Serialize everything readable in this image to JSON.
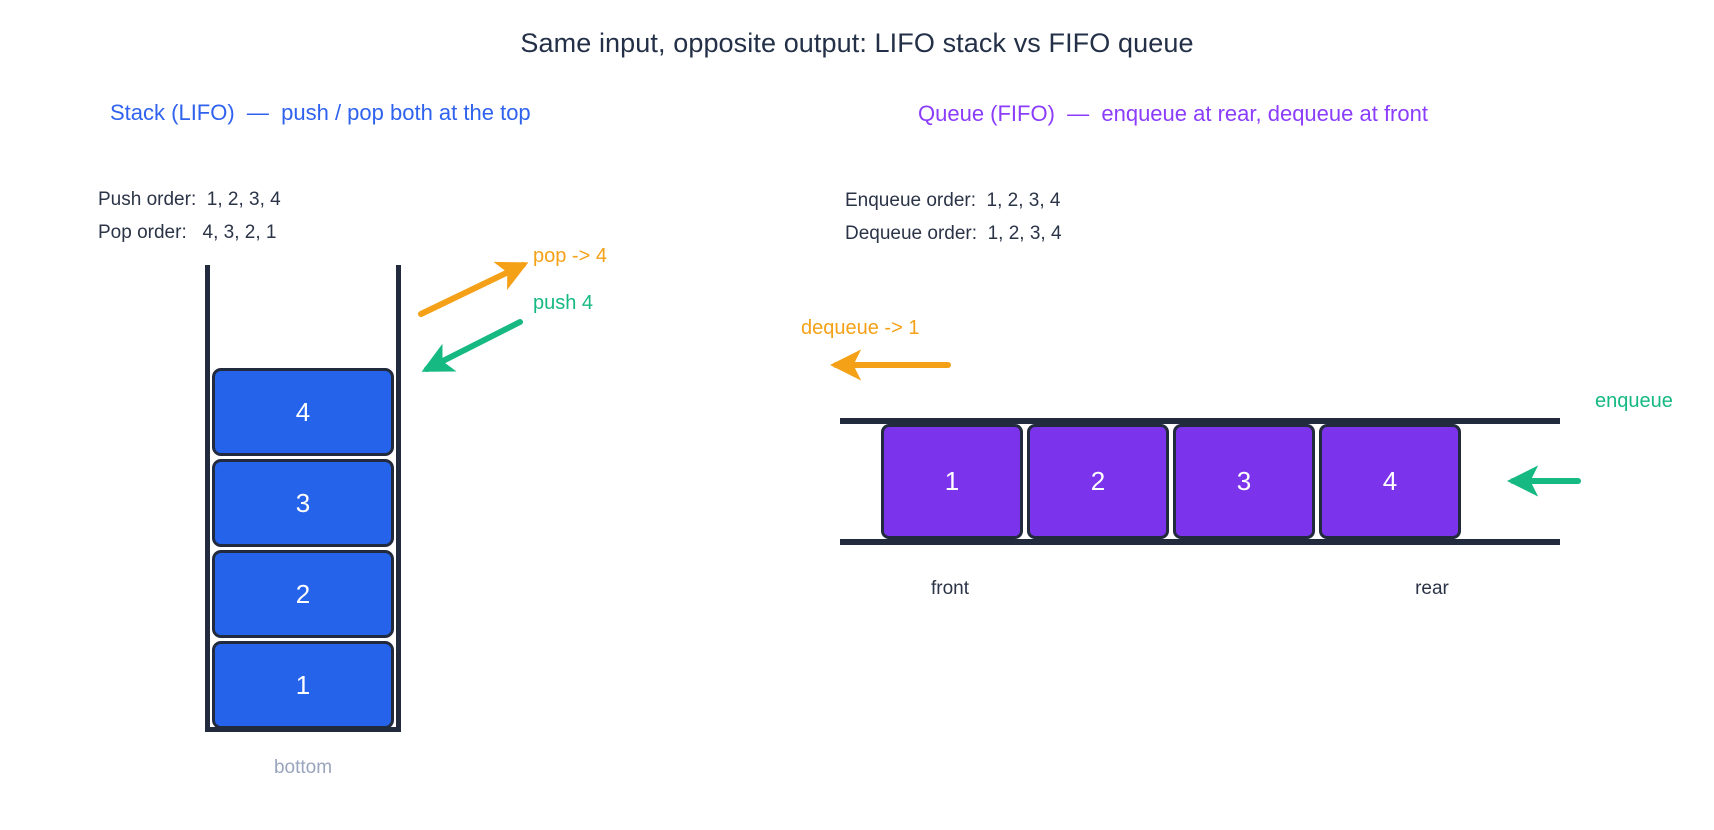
{
  "title": "Same input, opposite output: LIFO stack vs FIFO queue",
  "stack_panel": {
    "heading": "Stack (LIFO)  —  push / pop both at the top",
    "heading_color": "#2f62ee",
    "push_order": "Push order:  1, 2, 3, 4",
    "pop_order": "Pop order:   4, 3, 2, 1",
    "cells": [
      "4",
      "3",
      "2",
      "1"
    ],
    "cell_color": "#2563eb",
    "bottom_label": "bottom",
    "pop_annotation": "pop -> 4",
    "pop_annotation_color": "#f5a117",
    "push_annotation": "push 4",
    "push_annotation_color": "#16b981"
  },
  "queue_panel": {
    "heading": "Queue (FIFO)  —  enqueue at rear, dequeue at front",
    "heading_color": "#8b3dfb",
    "enqueue_order": "Enqueue order:  1, 2, 3, 4",
    "dequeue_order": "Dequeue order:  1, 2, 3, 4",
    "cells": [
      "1",
      "2",
      "3",
      "4"
    ],
    "cell_color": "#7c33ec",
    "front_label": "front",
    "rear_label": "rear",
    "dequeue_annotation": "dequeue -> 1",
    "dequeue_annotation_color": "#f5a117",
    "enqueue_annotation": "enqueue",
    "enqueue_annotation_color": "#16b981"
  },
  "colors": {
    "ink": "#222b3e",
    "text": "#2b3447",
    "muted": "#9aa5bd",
    "orange": "#f5a117",
    "green": "#16b981"
  }
}
